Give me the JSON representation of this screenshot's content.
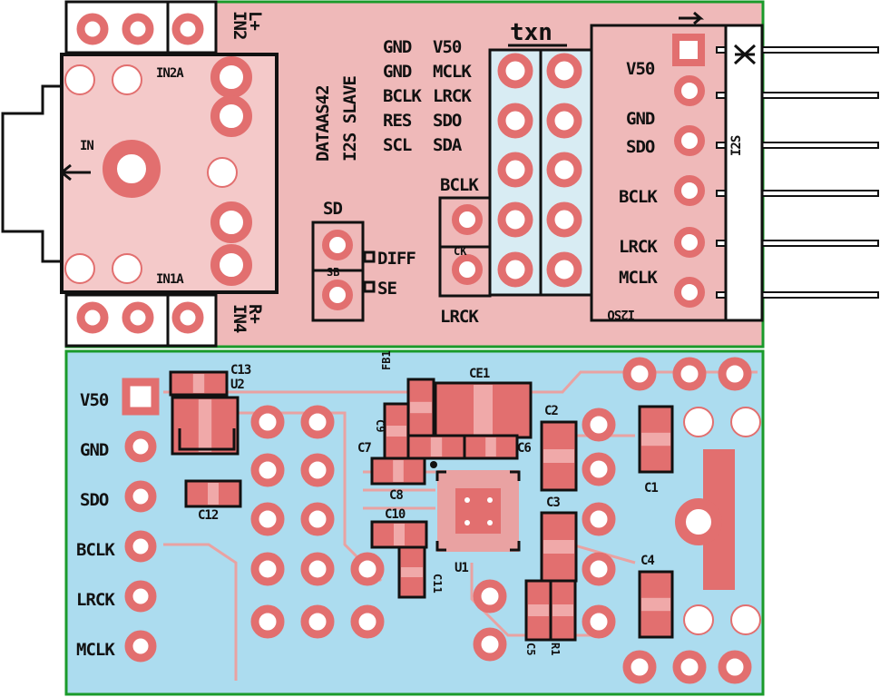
{
  "top_board": {
    "jack_label": "IN",
    "in2a": "IN2A",
    "in1a": "IN1A",
    "in2": "IN2",
    "in4": "IN4",
    "polarity_top": "L+",
    "polarity_bottom": "R+",
    "title1": "DATAAS42",
    "title2": "I2S SLAVE",
    "pins_left": [
      "GND",
      "GND",
      "BCLK",
      "RES",
      "SCL"
    ],
    "pins_right": [
      "V50",
      "MCLK",
      "LRCK",
      "SDO",
      "SDA"
    ],
    "txn": "txn",
    "sd": "SD",
    "sb": "SB",
    "diff": "DIFF",
    "se": "SE",
    "bclk": "BCLK",
    "ck": "CK",
    "lrck": "LRCK",
    "connector_labels": [
      "V50",
      "GND",
      "SDO",
      "BCLK",
      "LRCK",
      "MCLK"
    ],
    "i2s": "I2S",
    "i2so": "I2SO"
  },
  "bottom_board": {
    "header_labels": [
      "V50",
      "GND",
      "SDO",
      "BCLK",
      "LRCK",
      "MCLK"
    ],
    "components": {
      "c13": "C13",
      "u2": "U2",
      "c12": "C12",
      "fb1": "FB1",
      "c9": "C9",
      "c7": "C7",
      "ce1": "CE1",
      "c2": "C2",
      "c6": "C6",
      "c8": "C8",
      "c10": "C10",
      "c11": "C11",
      "u1": "U1",
      "c3": "C3",
      "c1": "C1",
      "c4": "C4",
      "c5": "C5",
      "r1": "R1"
    }
  },
  "colors": {
    "top_bg": "#efb9b9",
    "bottom_bg": "#acdcef",
    "copper": "#e26f6f",
    "border": "#1a9a2a",
    "silk": "#111111"
  }
}
